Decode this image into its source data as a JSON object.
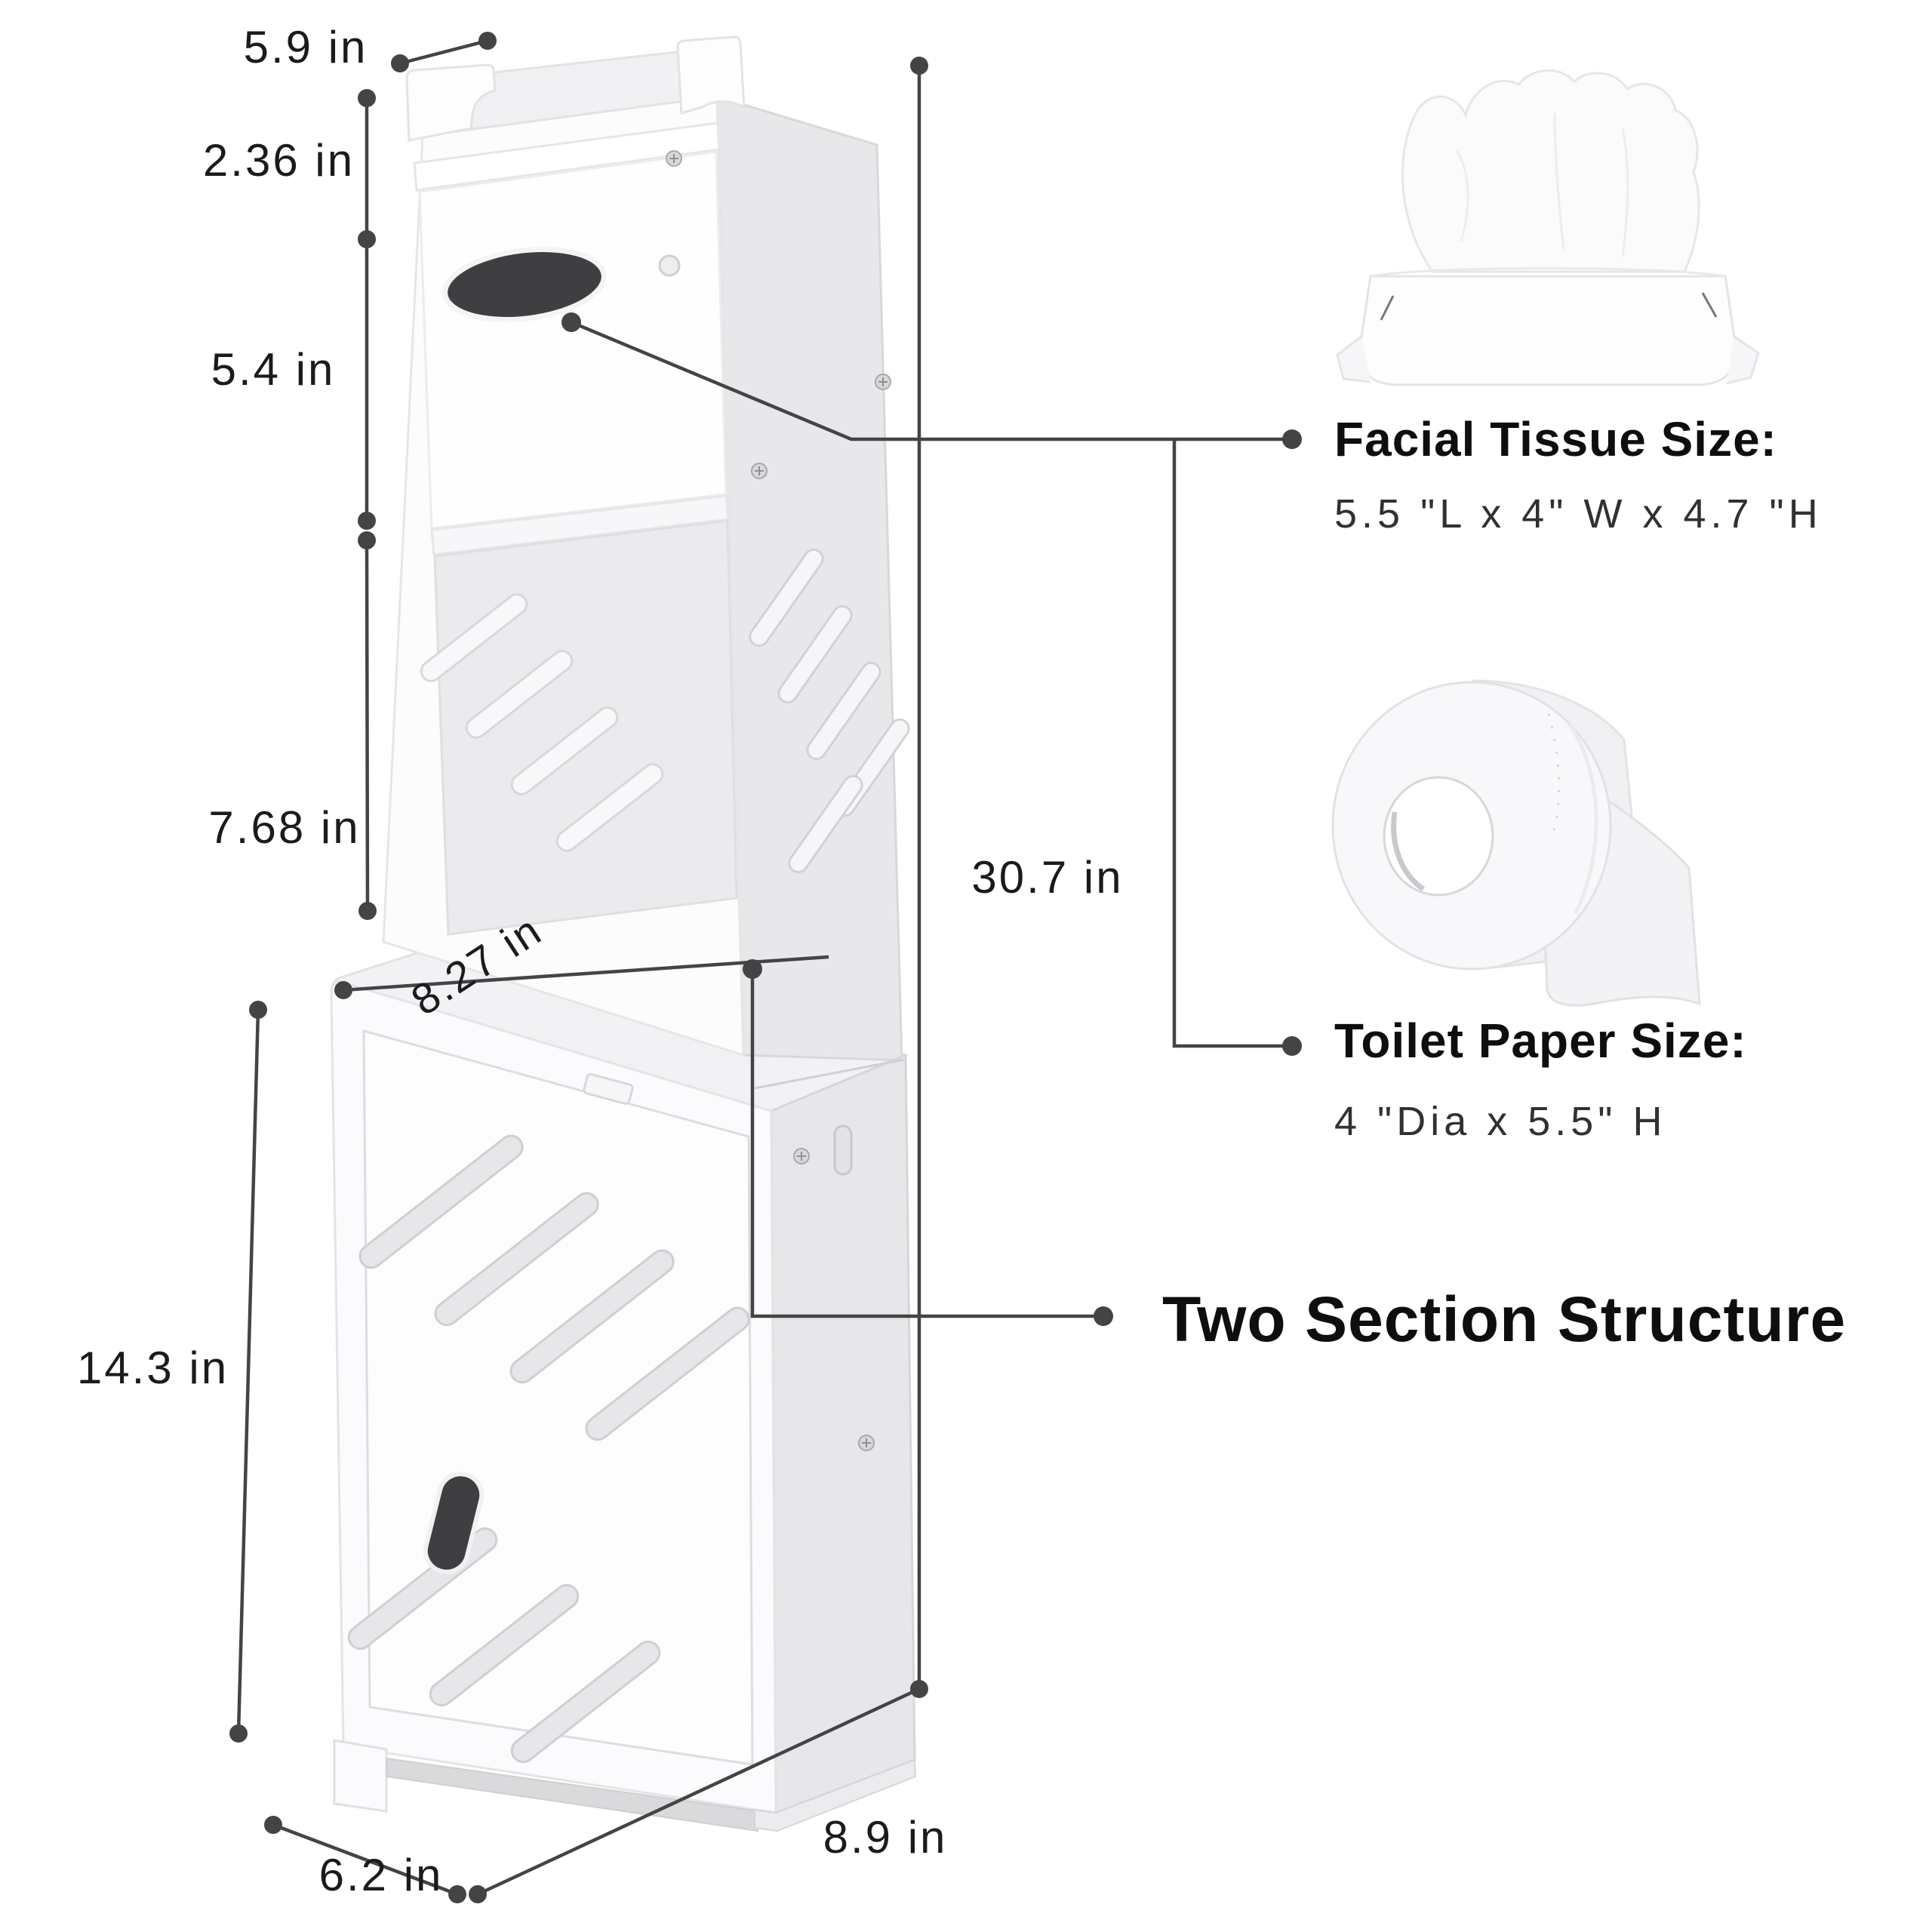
{
  "dimensions": {
    "top_width": "5.9 in",
    "top_shelf_height": "2.36 in",
    "tissue_box_height": "5.4 in",
    "open_shelf_height": "7.68 in",
    "lower_top_depth": "8.27 in",
    "overall_height": "30.7 in",
    "lower_section_height": "14.3 in",
    "bottom_width": "6.2 in",
    "bottom_depth": "8.9 in"
  },
  "callouts": {
    "facial_tissue": {
      "title": "Facial Tissue Size:",
      "size": "5.5 \"L x 4\" W x 4.7 \"H"
    },
    "toilet_paper": {
      "title": "Toilet Paper Size:",
      "size": "4 \"Dia x 5.5\" H"
    },
    "structure": {
      "title": "Two Section Structure"
    }
  },
  "colors": {
    "background": "#ffffff",
    "annotation_line": "#444447",
    "label_text": "#1b1b1d",
    "heading_text": "#0e0e10",
    "cutout_dark": "#3f3f42",
    "cabinet_front": "#fcfcfd",
    "cabinet_side": "#e8e8eb"
  },
  "icons": {
    "cabinet": "two-section-storage-cabinet",
    "facial_tissue": "tissue-pack",
    "toilet_paper": "toilet-paper-roll"
  }
}
